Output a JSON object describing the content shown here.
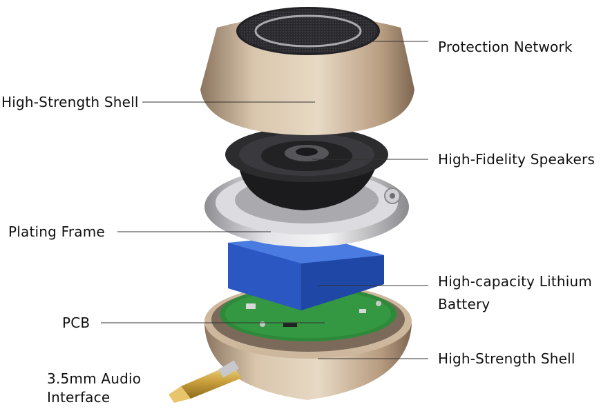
{
  "labels": {
    "protection_network": "Protection Network",
    "top_shell": "High-Strength Shell",
    "speakers": "High-Fidelity Speakers",
    "plating_frame": "Plating Frame",
    "battery_line1": "High-capacity Lithium",
    "battery_line2": "Battery",
    "pcb": "PCB",
    "bottom_shell": "High-Strength Shell",
    "audio_line1": "3.5mm Audio",
    "audio_line2": "Interface"
  },
  "colors": {
    "shell": "#c9b49b",
    "mesh": "#2c2c30",
    "speaker": "#1e1e20",
    "frame": "#c8c8cc",
    "battery": "#2f5fd0",
    "pcb": "#2e8a3a",
    "jack": "#d8b24a",
    "leader": "#333333"
  }
}
